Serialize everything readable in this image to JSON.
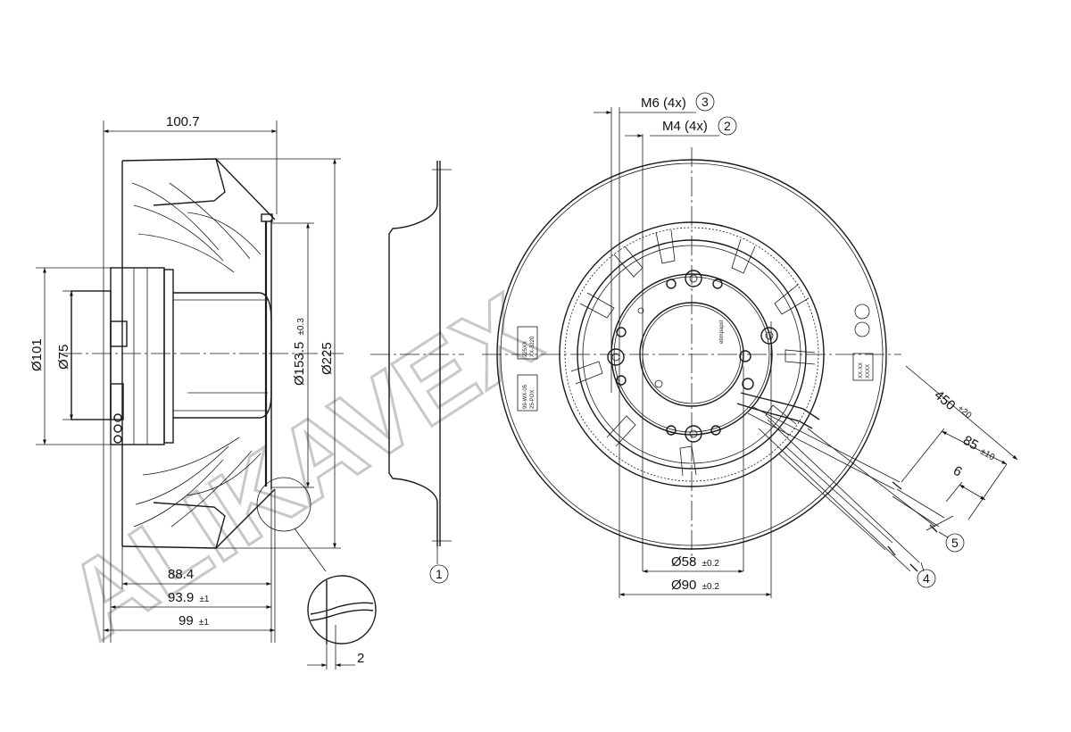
{
  "side_view": {
    "width_overall": "100.7",
    "dia_101": "Ø101",
    "dia_75": "Ø75",
    "dia_153_5": "Ø153.5",
    "tol_153_5": "±0.3",
    "dia_225": "Ø225",
    "depth_88_4": "88.4",
    "depth_93_9": "93.9",
    "tol_93_9": "±1",
    "depth_99": "99",
    "tol_99": "±1",
    "detail_thickness": "2"
  },
  "callouts": {
    "c1": "1",
    "c2": "2",
    "c3": "3",
    "c4": "4",
    "c5": "5"
  },
  "front_view": {
    "thread_m6": "M6 (4x)",
    "thread_m4": "M4 (4x)",
    "dia_58": "Ø58",
    "tol_58": "±0.2",
    "dia_90": "Ø90",
    "tol_90": "±0.2",
    "cable_len": "450",
    "cable_tol": "+20",
    "strip_85": "85",
    "strip_85_tol": "±10",
    "strip_6": "6"
  },
  "labels": {
    "label_left_a": "225XX",
    "label_left_b": "XX-3220",
    "label_left_c": "99-WX-05",
    "label_left_d": "25-POX",
    "label_right_a": "XX-XX",
    "label_right_b": "XXXX",
    "brand": "ebmpapst"
  },
  "watermark": "ALIKAVEX"
}
